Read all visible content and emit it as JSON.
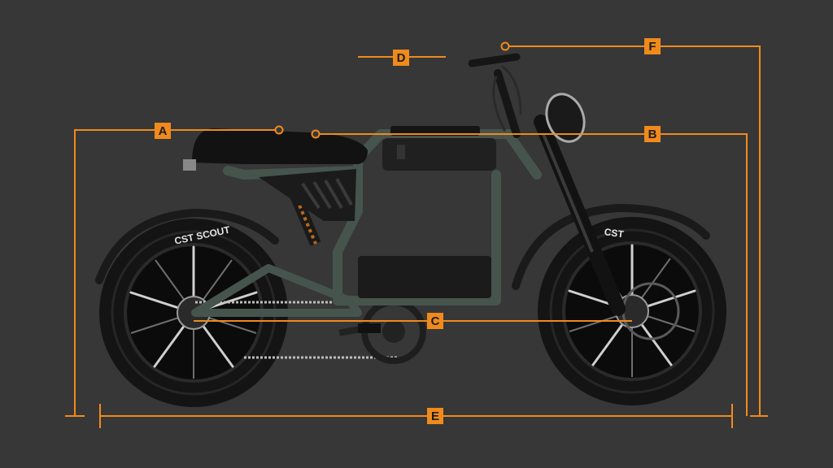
{
  "colors": {
    "background": "#373737",
    "dimension_line": "#f08a1c",
    "label_fill": "#f08a1c",
    "label_text": "#1d1d1d",
    "frame": "#46544e",
    "tire": "#141414",
    "spoke": "#c9c9c9"
  },
  "subject": "electric moto-style bike, side view",
  "dimension_labels": {
    "a": "A",
    "b": "B",
    "c": "C",
    "d": "D",
    "e": "E",
    "f": "F"
  },
  "tire_text": {
    "rear": "CST SCOUT",
    "front": "CST"
  }
}
